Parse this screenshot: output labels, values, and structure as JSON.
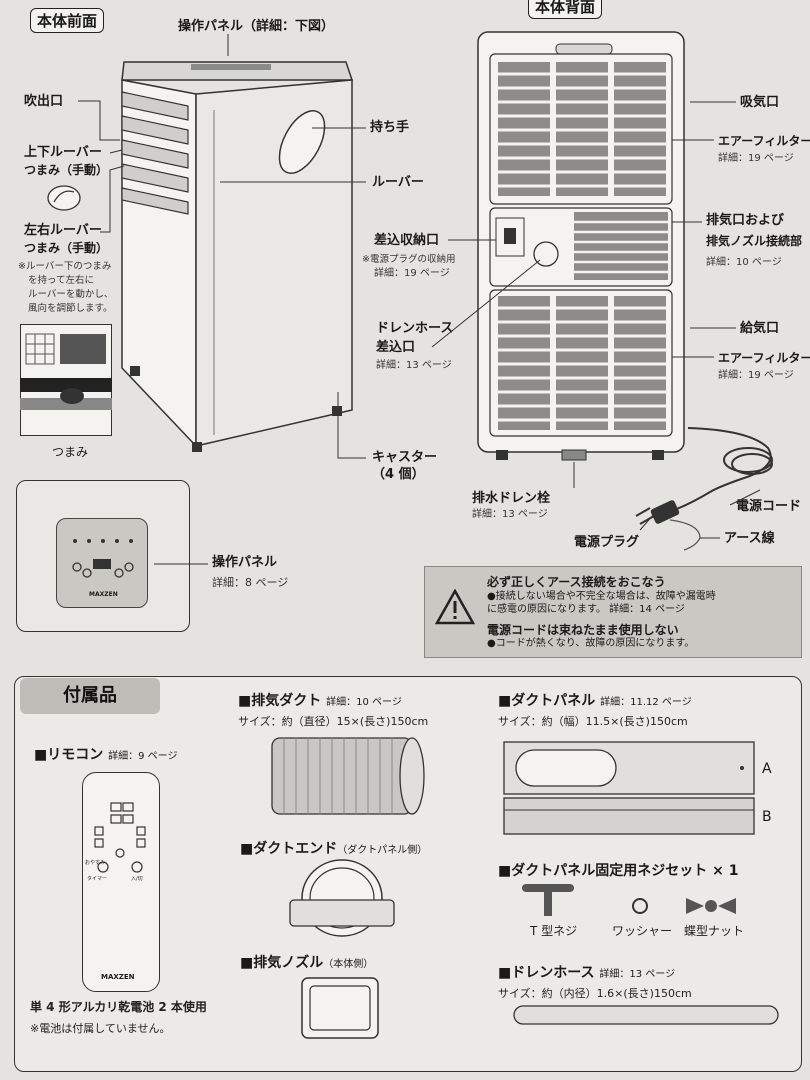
{
  "front": {
    "title": "本体前面",
    "panel_top": "操作パネル（詳細：下図）",
    "outlet": "吹出口",
    "louver_ud_1": "上下ルーバー",
    "louver_ud_2": "つまみ（手動）",
    "louver_lr_1": "左右ルーバー",
    "louver_lr_2": "つまみ（手動）",
    "louver_note_1": "※ルーバー下のつまみ",
    "louver_note_2": "を持って左右に",
    "louver_note_3": "ルーバーを動かし、",
    "louver_note_4": "風向を調節します。",
    "knob": "つまみ",
    "handle": "持ち手",
    "louver": "ルーバー",
    "caster": "キャスター",
    "caster_count": "（4 個）",
    "panel": "操作パネル",
    "panel_ref": "詳細：8 ページ",
    "brand": "MAXZEN"
  },
  "back": {
    "title": "本体背面",
    "intake": "吸気口",
    "filter1": "エアーフィルター",
    "filter1_ref": "詳細：19 ページ",
    "exhaust_1": "排気口および",
    "exhaust_2": "排気ノズル接続部",
    "exhaust_ref": "詳細：10 ページ",
    "plug_store": "差込収納口",
    "plug_store_note": "※電源プラグの収納用",
    "plug_store_ref": "詳細：19 ページ",
    "drain_hose_1": "ドレンホース",
    "drain_hose_2": "差込口",
    "drain_hose_ref": "詳細：13 ページ",
    "supply": "給気口",
    "filter2": "エアーフィルター",
    "filter2_ref": "詳細：19 ページ",
    "drain_plug": "排水ドレン栓",
    "drain_plug_ref": "詳細：13 ページ",
    "power_cord": "電源コード",
    "power_plug": "電源プラグ",
    "earth": "アース線"
  },
  "warning": {
    "h1": "必ず正しくアース接続をおこなう",
    "t1a": "●接続しない場合や不完全な場合は、故障や漏電時",
    "t1b": "に感電の原因になります。 詳細：14 ページ",
    "h2": "電源コードは束ねたまま使用しない",
    "t2": "●コードが熱くなり、故障の原因になります。"
  },
  "accessories": {
    "title": "付属品",
    "duct_h": "■排気ダクト",
    "duct_ref": "詳細：10 ページ",
    "duct_size": "サイズ：約（直径）15×(長さ)150cm",
    "panel_h": "■ダクトパネル",
    "panel_ref": "詳細：11.12 ページ",
    "panel_size": "サイズ：約（幅）11.5×(長さ)150cm",
    "panel_a": "A",
    "panel_b": "B",
    "remote_h": "■リモコン",
    "remote_ref": "詳細：9 ページ",
    "remote_brand": "MAXZEN",
    "remote_btn_1": "おやすみ",
    "remote_btn_2": "タイマー",
    "remote_btn_3": "入/切",
    "battery": "単 4 形アルカリ乾電池 2 本使用",
    "battery_note": "※電池は付属していません。",
    "duct_end_h": "■ダクトエンド",
    "duct_end_sub": "（ダクトパネル側）",
    "screw_h": "■ダクトパネル固定用ネジセット × 1",
    "t_screw": "T 型ネジ",
    "washer": "ワッシャー",
    "wing_nut": "蝶型ナット",
    "nozzle_h": "■排気ノズル",
    "nozzle_sub": "（本体側）",
    "hose_h": "■ドレンホース",
    "hose_ref": "詳細：13 ページ",
    "hose_size": "サイズ：約（内径）1.6×(長さ)150cm"
  }
}
